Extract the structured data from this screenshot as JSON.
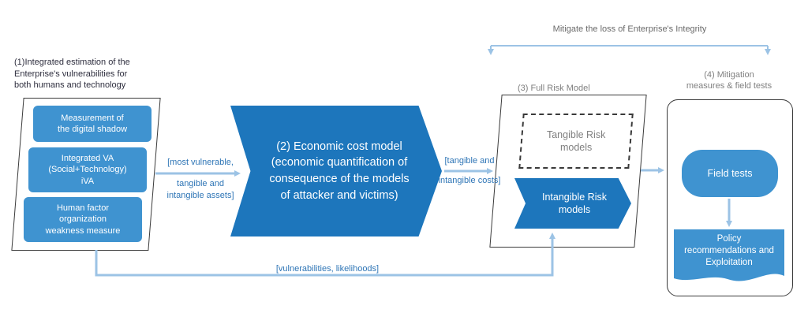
{
  "colors": {
    "box_blue": "#3f93d0",
    "dark_blue": "#1d76bc",
    "arrow_blue": "#9cc3e5",
    "label_blue": "#2e75b6",
    "gray_text": "#7f7f7f"
  },
  "stage1": {
    "title": "(1)Integrated estimation of the\nEnterprise's vulnerabilities for\nboth humans and technology",
    "boxes": [
      "Measurement of\nthe digital shadow",
      "Integrated VA\n(Social+Technology)\niVA",
      "Human factor\norganization\nweakness measure"
    ]
  },
  "edge1": {
    "label_top": "[most vulnerable,",
    "label_bottom": "tangible and\nintangible assets]"
  },
  "stage2": {
    "label": "(2) Economic cost model\n(economic quantification of\nconsequence of the models\nof attacker and victims)"
  },
  "edge2": {
    "label_top": "[tangible and",
    "label_bottom": "intangible costs]"
  },
  "stage3": {
    "title": "(3) Full Risk Model",
    "tangible_label": "Tangible Risk\nmodels",
    "intangible_label": "Intangible Risk\nmodels"
  },
  "mitigation_note": "Mitigate the loss of Enterprise's Integrity",
  "stage4": {
    "title": "(4) Mitigation\nmeasures & field tests",
    "field_tests_label": "Field tests",
    "policy_label": "Policy\nrecommendations and\nExploitation"
  },
  "feedback": {
    "label": "[vulnerabilities, likelihoods]"
  }
}
